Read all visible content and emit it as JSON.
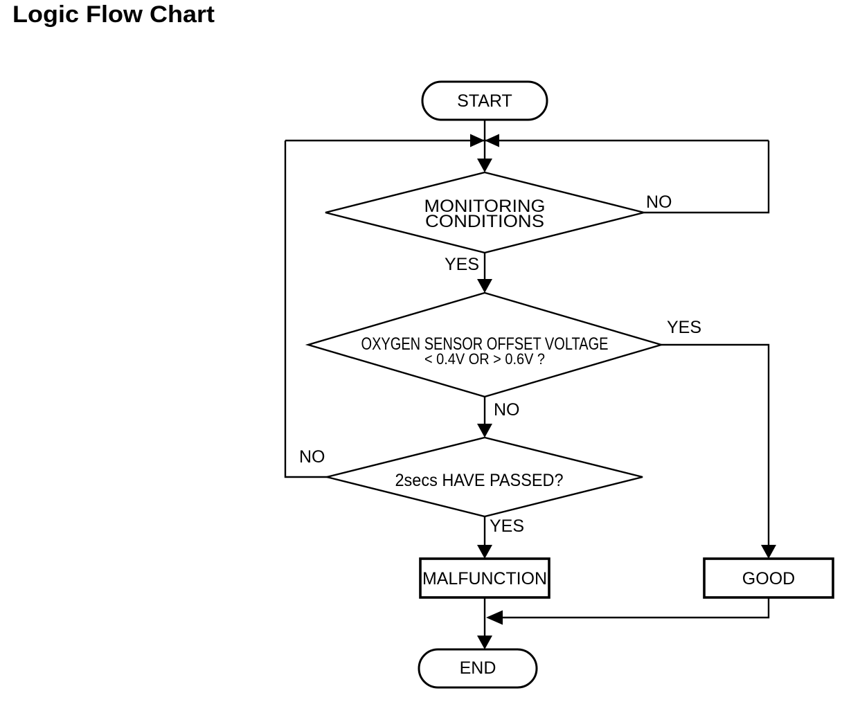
{
  "title": "Logic Flow Chart",
  "nodes": {
    "start": {
      "label": "START"
    },
    "monitoring": {
      "line1": "MONITORING",
      "line2": "CONDITIONS"
    },
    "oxygen": {
      "line1": "OXYGEN SENSOR OFFSET VOLTAGE",
      "line2": "< 0.4V OR > 0.6V ?"
    },
    "passed": {
      "label": "2secs HAVE PASSED?"
    },
    "malfunction": {
      "label": "MALFUNCTION"
    },
    "good": {
      "label": "GOOD"
    },
    "end": {
      "label": "END"
    }
  },
  "edge_labels": {
    "monitoring_no": "NO",
    "monitoring_yes": "YES",
    "oxygen_yes": "YES",
    "oxygen_no": "NO",
    "passed_no": "NO",
    "passed_yes": "YES"
  },
  "colors": {
    "ink": "#000000",
    "background": "#ffffff"
  }
}
